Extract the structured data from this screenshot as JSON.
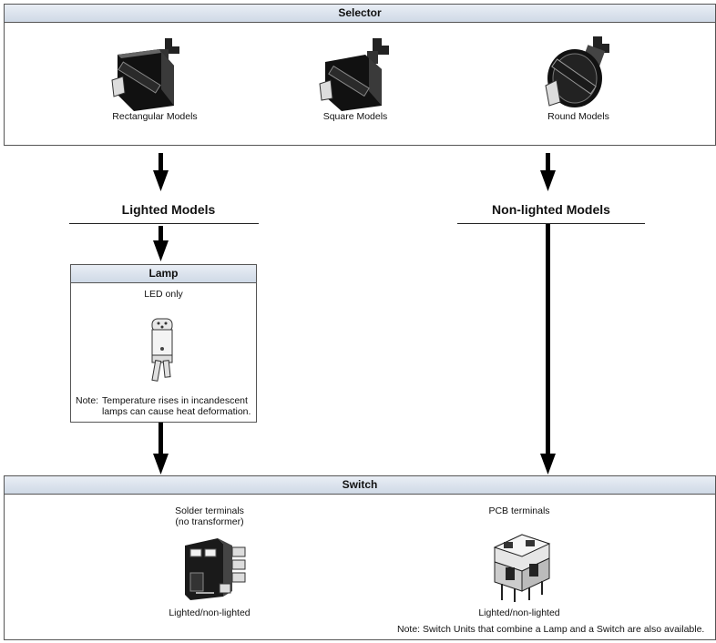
{
  "selector": {
    "title": "Selector",
    "models": [
      {
        "label": "Rectangular Models",
        "icon": "rectangular-selector-icon"
      },
      {
        "label": "Square Models",
        "icon": "square-selector-icon"
      },
      {
        "label": "Round Models",
        "icon": "round-selector-icon"
      }
    ]
  },
  "branches": {
    "lighted": "Lighted Models",
    "non_lighted": "Non-lighted Models"
  },
  "lamp": {
    "title": "Lamp",
    "subtitle": "LED only",
    "icon": "led-lamp-icon",
    "note_prefix": "Note:",
    "note_line1": "Temperature rises in incandescent",
    "note_line2": "lamps can cause heat deformation."
  },
  "switch": {
    "title": "Switch",
    "solder": {
      "line1": "Solder terminals",
      "line2": "(no transformer)",
      "caption": "Lighted/non-lighted",
      "icon": "solder-switch-icon"
    },
    "pcb": {
      "line1": "PCB terminals",
      "caption": "Lighted/non-lighted",
      "icon": "pcb-switch-icon"
    },
    "note": "Note: Switch Units that combine a Lamp and a Switch are also available."
  },
  "colors": {
    "header_top": "#e9eef5",
    "header_bottom": "#cfd9e6",
    "border": "#555555",
    "arrow": "#000000"
  }
}
